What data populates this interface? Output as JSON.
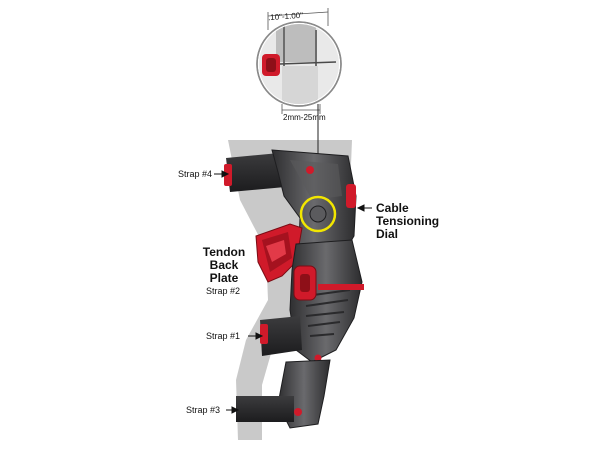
{
  "callouts": {
    "magnifier_top": ".10\"-1.00\"",
    "magnifier_bottom": "2mm-25mm",
    "strap4": "Strap #4",
    "cable_line1": "Cable",
    "cable_line2": "Tensioning",
    "cable_line3": "Dial",
    "tendon_line1": "Tendon",
    "tendon_line2": "Back",
    "tendon_line3": "Plate",
    "strap2": "Strap #2",
    "strap1": "Strap #1",
    "strap3": "Strap #3"
  },
  "colors": {
    "accent_red": "#d01a2a",
    "frame_dark": "#3a3a3c",
    "leg_gray": "#c9c9c9",
    "highlight_ring": "#f2e600"
  },
  "icons": [
    "magnifier-circle",
    "knee-brace-illustration",
    "leg-silhouette"
  ]
}
